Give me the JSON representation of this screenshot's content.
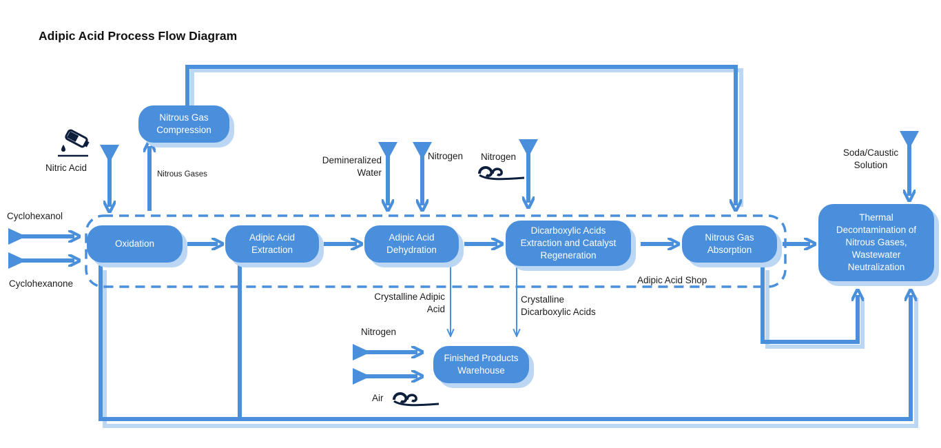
{
  "title": "Adipic Acid Process Flow Diagram",
  "nodes": {
    "nitrous_gas_compression": "Nitrous Gas Compression",
    "oxidation": "Oxidation",
    "adipic_acid_extraction": "Adipic Acid Extraction",
    "adipic_acid_dehydration": "Adipic Acid Dehydration",
    "dicarboxylic_acids": "Dicarboxylic Acids Extraction and Catalyst Regeneration",
    "nitrous_gas_absorption": "Nitrous Gas Absorption",
    "thermal_decontamination": "Thermal Decontamination of Nitrous Gases, Wastewater Neutralization",
    "finished_products_warehouse": "Finished Products Warehouse"
  },
  "labels": {
    "nitric_acid": "Nitric Acid",
    "nitrous_gases": "Nitrous Gases",
    "cyclohexanol": "Cyclohexanol",
    "cyclohexanone": "Cyclohexanone",
    "demineralized_water": "Demineralized Water",
    "nitrogen_1": "Nitrogen",
    "nitrogen_2": "Nitrogen",
    "soda_caustic": "Soda/Caustic Solution",
    "adipic_acid_shop": "Adipic Acid Shop",
    "crystalline_adipic_acid": "Crystalline Adipic Acid",
    "crystalline_dicarboxylic_acids": "Crystalline Dicarboxylic Acids",
    "nitrogen_3": "Nitrogen",
    "air": "Air"
  },
  "colors": {
    "flow": "#4a8fdc",
    "flow_shadow": "#bcd7f4",
    "node": "#4a8fdc",
    "icon": "#0d1f3c"
  },
  "icons": [
    "flask-icon",
    "wind-icon",
    "wind-icon"
  ]
}
